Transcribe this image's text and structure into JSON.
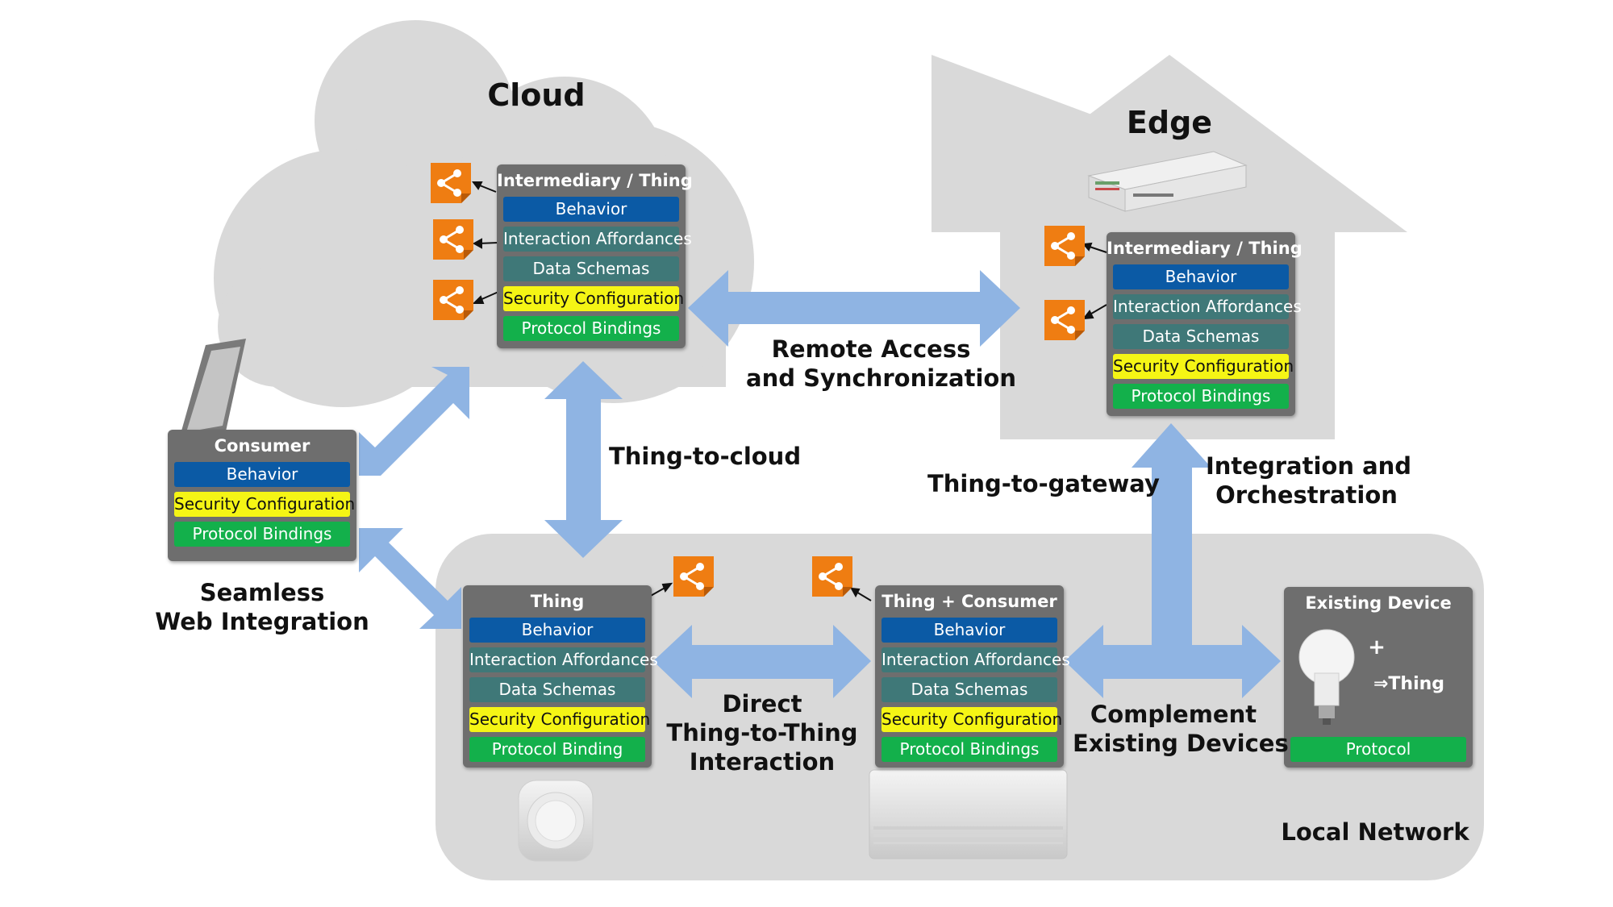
{
  "regions": {
    "cloud": "Cloud",
    "edge": "Edge",
    "local_network": "Local Network"
  },
  "boxes": {
    "cloud_thing": {
      "title": "Intermediary / Thing",
      "rows": [
        "Behavior",
        "Interaction Affordances",
        "Data Schemas",
        "Security Configuration",
        "Protocol Bindings"
      ]
    },
    "edge_thing": {
      "title": "Intermediary / Thing",
      "rows": [
        "Behavior",
        "Interaction Affordances",
        "Data Schemas",
        "Security Configuration",
        "Protocol Bindings"
      ]
    },
    "consumer": {
      "title": "Consumer",
      "rows": [
        "Behavior",
        "Security Configuration",
        "Protocol Bindings"
      ]
    },
    "thing": {
      "title": "Thing",
      "rows": [
        "Behavior",
        "Interaction Affordances",
        "Data Schemas",
        "Security Configuration",
        "Protocol Binding"
      ]
    },
    "thing_consumer": {
      "title": "Thing + Consumer",
      "rows": [
        "Behavior",
        "Interaction Affordances",
        "Data Schemas",
        "Security Configuration",
        "Protocol Bindings"
      ]
    },
    "existing_device": {
      "title": "Existing Device",
      "plus": "+",
      "result": "⇒Thing",
      "protocol": "Protocol"
    }
  },
  "labels": {
    "remote_access": [
      "Remote Access",
      "and Synchronization"
    ],
    "thing_to_cloud": "Thing-to-cloud",
    "thing_to_gateway": "Thing-to-gateway",
    "integration": [
      "Integration and",
      "Orchestration"
    ],
    "seamless": [
      "Seamless",
      "Web Integration"
    ],
    "direct": [
      "Direct",
      "Thing-to-Thing",
      "Interaction"
    ],
    "complement": [
      "Complement",
      "Existing Devices"
    ]
  },
  "colors": {
    "behavior": "#0b5aa5",
    "affordances": "#3f7878",
    "security": "#f5f515",
    "protocol": "#13b04b",
    "td_icon": "#ef7d12",
    "arrow": "#8fb4e3",
    "region": "#d9d9d9",
    "box": "#6e6e6e"
  }
}
